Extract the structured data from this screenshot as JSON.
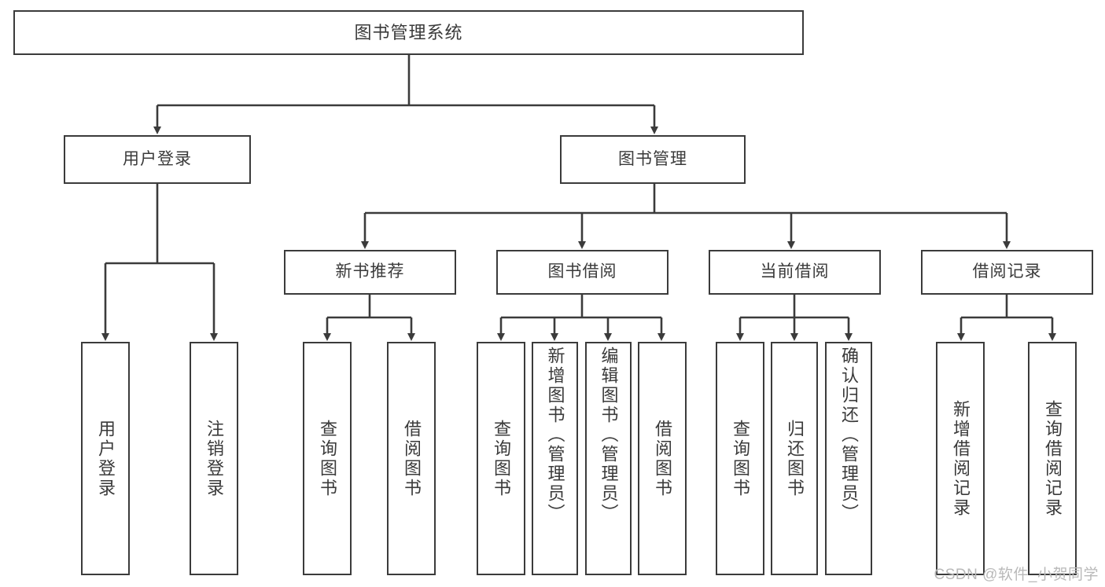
{
  "diagram": {
    "title": "图书管理系统",
    "type": "hierarchy-tree",
    "root": {
      "id": "root",
      "label": "图书管理系统"
    },
    "level2": [
      {
        "id": "user-login",
        "label": "用户登录"
      },
      {
        "id": "book-mgmt",
        "label": "图书管理"
      }
    ],
    "level3": [
      {
        "id": "new-book-rec",
        "label": "新书推荐",
        "parent": "book-mgmt"
      },
      {
        "id": "book-borrow",
        "label": "图书借阅",
        "parent": "book-mgmt"
      },
      {
        "id": "current-borrow",
        "label": "当前借阅",
        "parent": "book-mgmt"
      },
      {
        "id": "borrow-record",
        "label": "借阅记录",
        "parent": "book-mgmt"
      }
    ],
    "leaves": [
      {
        "id": "leaf-user-login",
        "label": "用户登录",
        "parent": "user-login"
      },
      {
        "id": "leaf-logout",
        "label": "注销登录",
        "parent": "user-login"
      },
      {
        "id": "leaf-rec-query",
        "label": "查询图书",
        "parent": "new-book-rec"
      },
      {
        "id": "leaf-rec-borrow",
        "label": "借阅图书",
        "parent": "new-book-rec"
      },
      {
        "id": "leaf-borrow-query",
        "label": "查询图书",
        "parent": "book-borrow"
      },
      {
        "id": "leaf-borrow-add",
        "label": "新增图书（管理员）",
        "parent": "book-borrow"
      },
      {
        "id": "leaf-borrow-edit",
        "label": "编辑图书（管理员）",
        "parent": "book-borrow"
      },
      {
        "id": "leaf-borrow-lend",
        "label": "借阅图书",
        "parent": "book-borrow"
      },
      {
        "id": "leaf-current-query",
        "label": "查询图书",
        "parent": "current-borrow"
      },
      {
        "id": "leaf-current-return",
        "label": "归还图书",
        "parent": "current-borrow"
      },
      {
        "id": "leaf-current-confirm",
        "label": "确认归还（管理员）",
        "parent": "current-borrow"
      },
      {
        "id": "leaf-record-add",
        "label": "新增借阅记录",
        "parent": "borrow-record"
      },
      {
        "id": "leaf-record-query",
        "label": "查询借阅记录",
        "parent": "borrow-record"
      }
    ],
    "colors": {
      "stroke": "#3b3b3b",
      "text": "#3a3a3a",
      "background": "#ffffff",
      "watermark": "#b9b9b9"
    }
  },
  "watermark": {
    "text": "CSDN @软件_小贺同学"
  }
}
